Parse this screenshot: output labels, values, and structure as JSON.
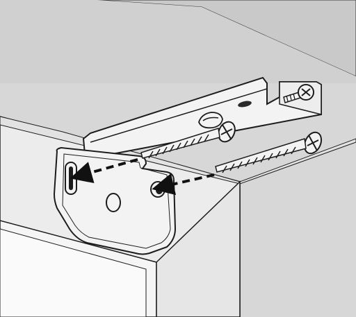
{
  "diagram": {
    "colors": {
      "wall": "#d7d7d7",
      "ceiling_underside": "#bdbdbd",
      "cabinet": "#ececec",
      "cabinet_inner": "#f7f7f7",
      "bracket": "#f3f3f3",
      "outline": "#1c1c1c",
      "arrow": "#111111"
    },
    "parts": [
      {
        "name": "wall",
        "label": ""
      },
      {
        "name": "cabinet",
        "label": ""
      },
      {
        "name": "mounting-bracket",
        "label": ""
      },
      {
        "name": "screw-upper",
        "label": ""
      },
      {
        "name": "screw-lower",
        "label": ""
      },
      {
        "name": "adjustment-screw",
        "label": ""
      }
    ],
    "arrows": [
      {
        "from": "screw-upper",
        "to": "slot-hole",
        "style": "dashed"
      },
      {
        "from": "screw-lower",
        "to": "round-hole",
        "style": "dashed"
      }
    ]
  }
}
